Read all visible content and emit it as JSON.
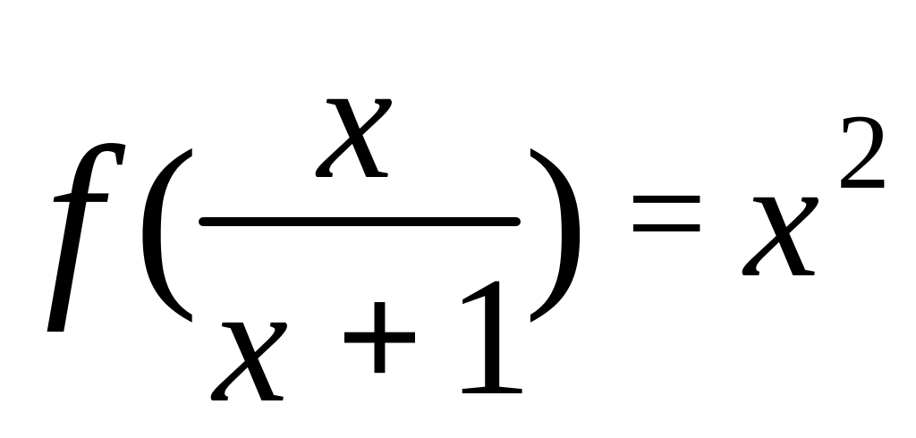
{
  "formula": {
    "function_name": "f",
    "open_paren": "(",
    "numerator": "x",
    "denominator": {
      "variable": "x",
      "operator": "+",
      "constant": "1"
    },
    "close_paren": ")",
    "equals": "=",
    "rhs": {
      "base": "x",
      "exponent": "2"
    }
  }
}
